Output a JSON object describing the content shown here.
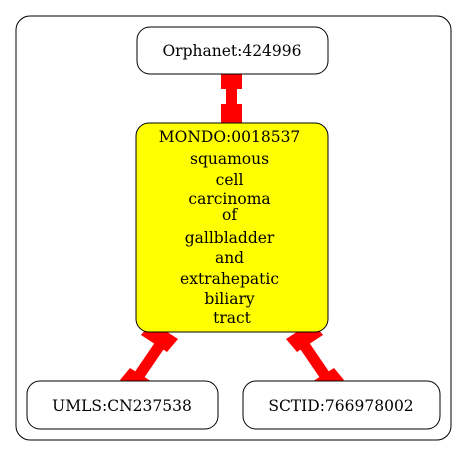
{
  "nodes": {
    "orphanet": {
      "label": "Orphanet:424996"
    },
    "mondo": {
      "lines": [
        "MONDO:0018537",
        "squamous",
        "cell",
        "carcinoma",
        "of",
        "gallbladder",
        "and",
        "extrahepatic",
        "biliary",
        "tract"
      ]
    },
    "umls": {
      "label": "UMLS:CN237538"
    },
    "sctid": {
      "label": "SCTID:766978002"
    }
  },
  "colors": {
    "highlight_node": "#ffff00",
    "node_fill": "#ffffff",
    "edge": "#ff0000",
    "border": "#000000"
  }
}
